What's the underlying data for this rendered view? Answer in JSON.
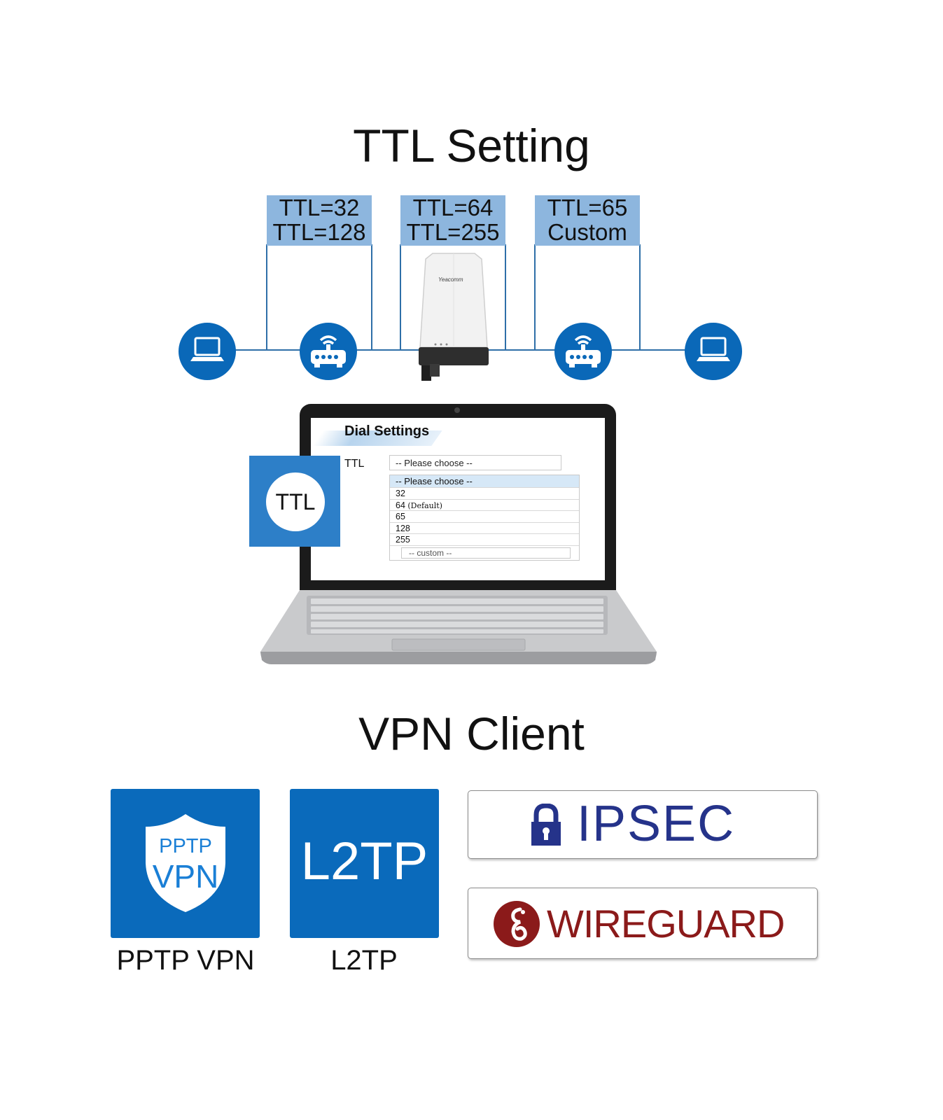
{
  "ttl_section": {
    "title": "TTL Setting",
    "boxes": [
      {
        "line1": "TTL=32",
        "line2": "TTL=128"
      },
      {
        "line1": "TTL=64",
        "line2": "TTL=255"
      },
      {
        "line1": "TTL=65",
        "line2": "Custom"
      }
    ],
    "device_brand": "Yeacomm"
  },
  "dial_settings": {
    "title": "Dial Settings",
    "field_label": "TTL",
    "select_value": "-- Please choose --",
    "options": [
      {
        "value": "-- Please choose --"
      },
      {
        "value": "32"
      },
      {
        "value": "64",
        "note": "(Default)"
      },
      {
        "value": "65"
      },
      {
        "value": "128"
      },
      {
        "value": "255"
      },
      {
        "value": "-- custom --"
      }
    ],
    "badge_text": "TTL"
  },
  "vpn_section": {
    "title": "VPN Client",
    "tiles": [
      {
        "logo_line1": "PPTP",
        "logo_line2": "VPN",
        "caption": "PPTP VPN"
      },
      {
        "logo": "L2TP",
        "caption": "L2TP"
      }
    ],
    "ipsec_label": "IPSEC",
    "wireguard_label": "WIREGUARD"
  },
  "colors": {
    "brand_blue": "#0a68b8",
    "light_blue": "#8db6de",
    "ipsec_navy": "#25338a",
    "wireguard_red": "#8b1a1a"
  }
}
